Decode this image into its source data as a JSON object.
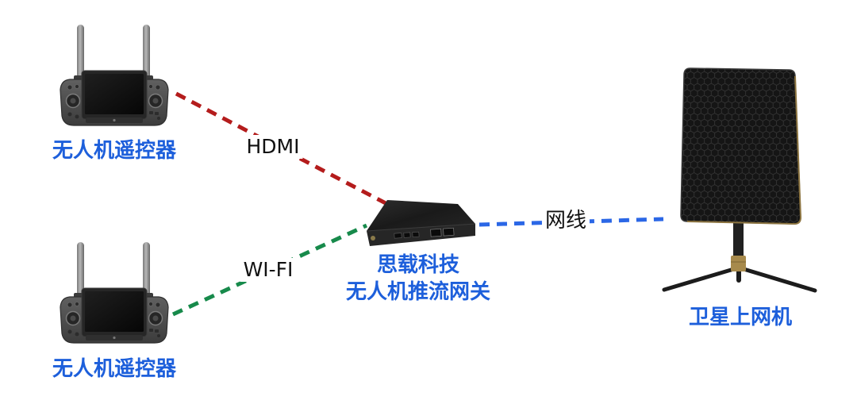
{
  "devices": {
    "controller_top": {
      "label": "无人机遥控器"
    },
    "controller_bottom": {
      "label": "无人机遥控器"
    },
    "gateway": {
      "brand": "思载科技",
      "name": "无人机推流网关"
    },
    "satellite_terminal": {
      "label": "卫星上网机"
    }
  },
  "links": {
    "hdmi": {
      "label": "HDMI",
      "color": "#b41c1c"
    },
    "wifi": {
      "label": "WI-FI",
      "color": "#178a4b"
    },
    "ethernet": {
      "label": "网线",
      "color": "#2b67e6"
    }
  },
  "colors": {
    "device_label": "#1d5fdb",
    "link_label": "#111111",
    "background": "#ffffff"
  },
  "icons": {
    "controller": "remote-controller-icon",
    "gateway": "gateway-box-icon",
    "satellite_terminal": "satellite-terminal-icon"
  }
}
